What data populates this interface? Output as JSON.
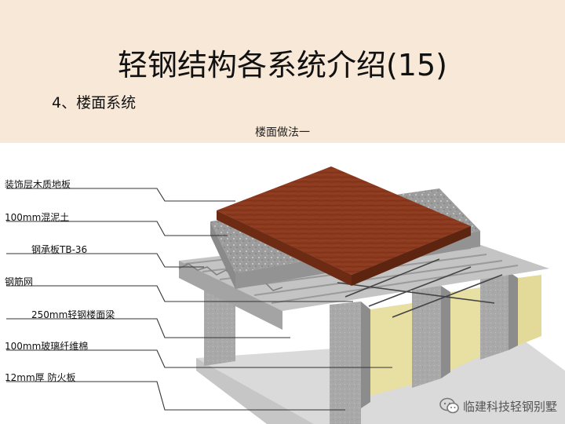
{
  "slide": {
    "title": "轻钢结构各系统介绍(15)",
    "subtitle": "4、楼面系统",
    "caption": "楼面做法一"
  },
  "diagram": {
    "layers": [
      "装饰层木质地板",
      "100mm混泥土",
      "钢承板TB-36",
      "钢筋网",
      "250mm轻钢楼面梁",
      "100mm玻璃纤维棉",
      "12mm厚 防火板"
    ]
  },
  "watermark": {
    "text": "临建科技轻钢别墅",
    "icon": "wechat-icon"
  },
  "colors": {
    "header_band": "#f8e8d8",
    "wood": "#8b3a1f",
    "concrete": "#9a9a9a",
    "steel": "#b8b8b8",
    "insulation": "#e8dfa2",
    "fireboard": "#dadada"
  }
}
